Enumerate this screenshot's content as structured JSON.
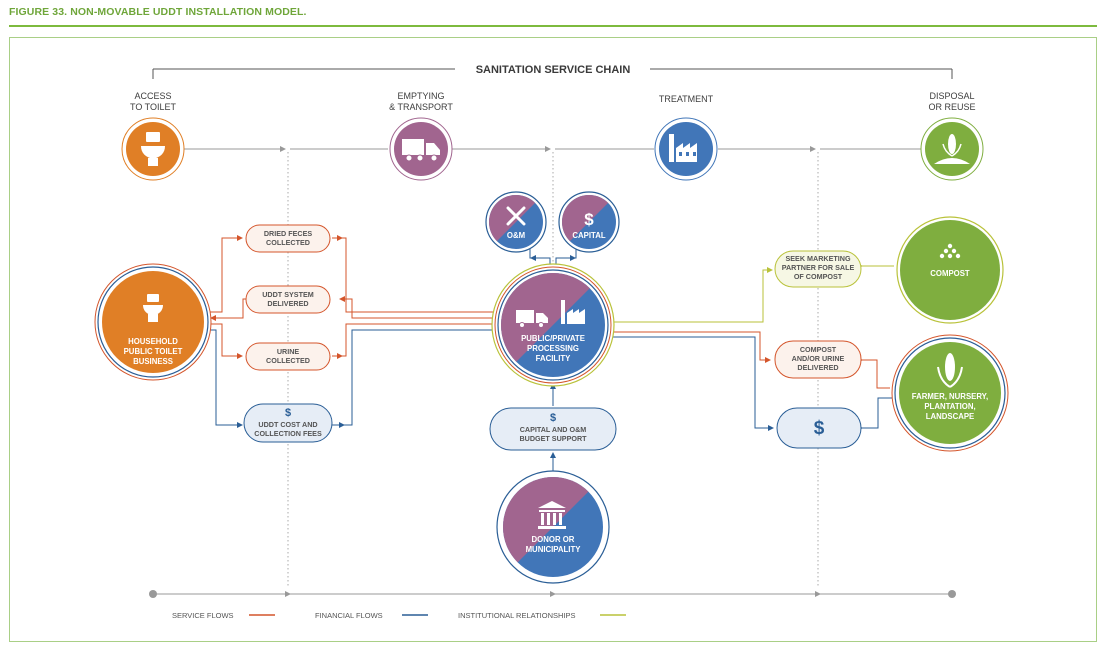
{
  "figure_title": "FIGURE 33. NON-MOVABLE UDDT INSTALLATION MODEL.",
  "chain_title": "SANITATION SERVICE CHAIN",
  "stages": [
    {
      "line1": "ACCESS",
      "line2": "TO TOILET"
    },
    {
      "line1": "EMPTYING",
      "line2": "& TRANSPORT"
    },
    {
      "line1": "",
      "line2": "TREATMENT"
    },
    {
      "line1": "DISPOSAL",
      "line2": "OR REUSE"
    }
  ],
  "household": [
    "HOUSEHOLD",
    "PUBLIC TOILET",
    "BUSINESS"
  ],
  "flow_boxes": {
    "dried_feces": [
      "DRIED FECES",
      "COLLECTED"
    ],
    "uddt_system": [
      "UDDT SYSTEM",
      "DELIVERED"
    ],
    "urine": [
      "URINE",
      "COLLECTED"
    ],
    "uddt_cost": [
      "UDDT COST AND",
      "COLLECTION FEES"
    ],
    "capital_om": [
      "CAPITAL AND O&M",
      "BUDGET SUPPORT"
    ],
    "seek_marketing": [
      "SEEK MARKETING",
      "PARTNER FOR SALE",
      "OF COMPOST"
    ],
    "compost_urine": [
      "COMPOST",
      "AND/OR URINE",
      "DELIVERED"
    ]
  },
  "om_label": "O&M",
  "capital_label": "CAPITAL",
  "processing": [
    "PUBLIC/PRIVATE",
    "PROCESSING",
    "FACILITY"
  ],
  "compost": "COMPOST",
  "farmer": [
    "FARMER, NURSERY,",
    "PLANTATION,",
    "LANDSCAPE"
  ],
  "donor": [
    "DONOR OR",
    "MUNICIPALITY"
  ],
  "currency_symbol": "$",
  "legend": {
    "service": "SERVICE FLOWS",
    "financial": "FINANCIAL FLOWS",
    "institutional": "INSTITUTIONAL RELATIONSHIPS"
  },
  "colors": {
    "orange": "#e07f26",
    "purple": "#a1658f",
    "blue": "#4176b8",
    "green": "#7fae3f",
    "service_line": "#d4552b",
    "financial_line": "#2a5e96",
    "institutional_line": "#b9c23a"
  }
}
